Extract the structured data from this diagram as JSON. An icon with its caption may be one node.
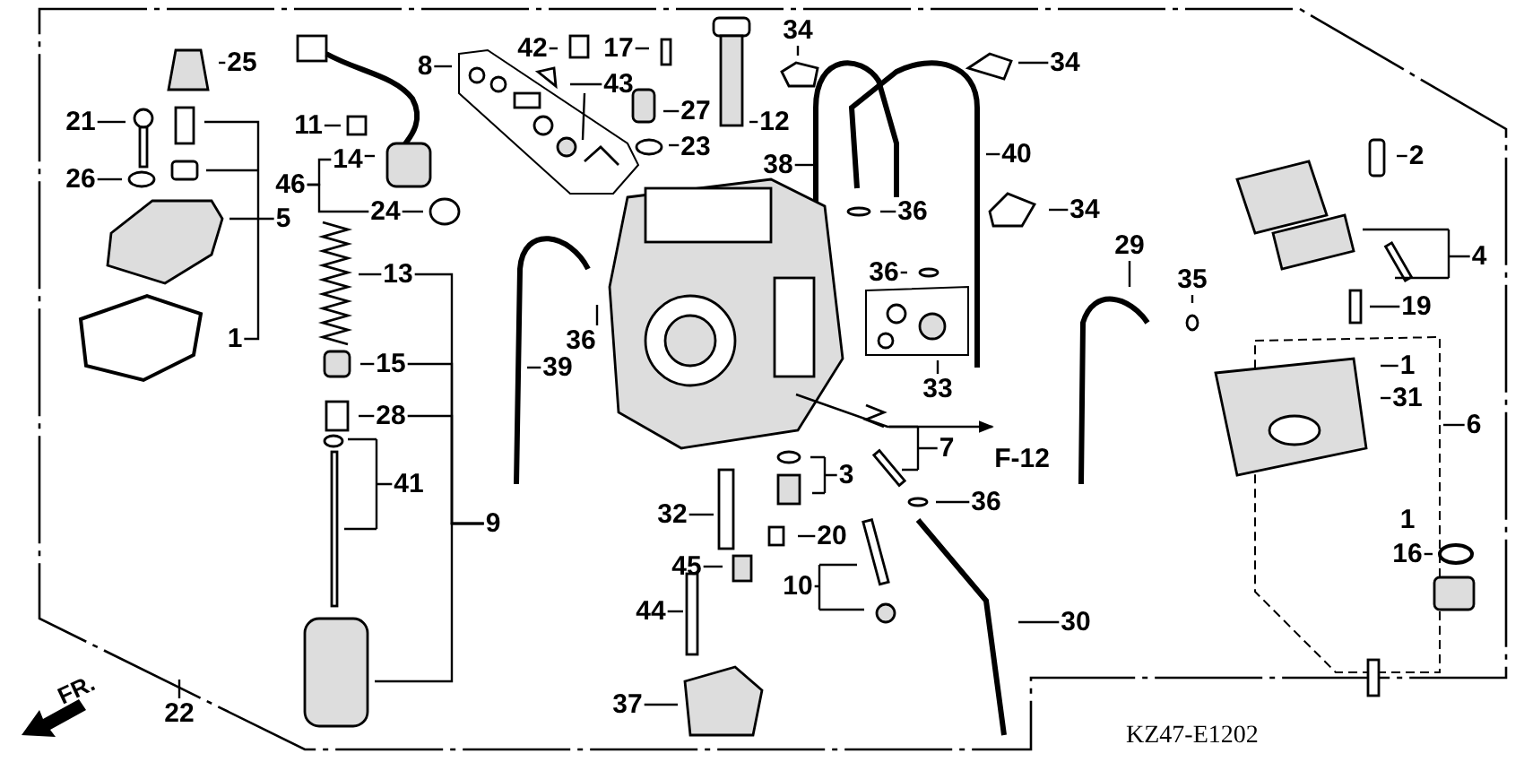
{
  "diagram": {
    "nodes": [
      {
        "text": [
          "25"
        ]
      },
      {
        "text": [
          "21"
        ]
      },
      {
        "text": [
          "26"
        ]
      },
      {
        "text": [
          "5"
        ]
      },
      {
        "text": [
          "1"
        ]
      },
      {
        "text": [
          "8"
        ]
      },
      {
        "text": [
          "11"
        ]
      },
      {
        "text": [
          "14"
        ]
      },
      {
        "text": [
          "46"
        ]
      },
      {
        "text": [
          "24"
        ]
      },
      {
        "text": [
          "42"
        ]
      },
      {
        "text": [
          "17"
        ]
      },
      {
        "text": [
          "43"
        ]
      },
      {
        "text": [
          "27"
        ]
      },
      {
        "text": [
          "23"
        ]
      },
      {
        "text": [
          "12"
        ]
      },
      {
        "text": [
          "34"
        ]
      },
      {
        "text": [
          "34"
        ]
      },
      {
        "text": [
          "38"
        ]
      },
      {
        "text": [
          "40"
        ]
      },
      {
        "text": [
          "36"
        ]
      },
      {
        "text": [
          "2"
        ]
      },
      {
        "text": [
          "36"
        ]
      },
      {
        "text": [
          "34"
        ]
      },
      {
        "text": [
          "29"
        ]
      },
      {
        "text": [
          "4"
        ]
      },
      {
        "text": [
          "35"
        ]
      },
      {
        "text": [
          "19"
        ]
      },
      {
        "text": [
          "13"
        ]
      },
      {
        "text": [
          "36"
        ]
      },
      {
        "text": [
          "39"
        ]
      },
      {
        "text": [
          "33"
        ]
      },
      {
        "text": [
          "1"
        ]
      },
      {
        "text": [
          "31"
        ]
      },
      {
        "text": [
          "6"
        ]
      },
      {
        "text": [
          "F-12"
        ]
      },
      {
        "text": [
          "7"
        ]
      },
      {
        "text": [
          "3"
        ]
      },
      {
        "text": [
          "36"
        ]
      },
      {
        "text": [
          "20"
        ]
      },
      {
        "text": [
          "1"
        ]
      },
      {
        "text": [
          "16"
        ]
      },
      {
        "text": [
          "10"
        ]
      },
      {
        "text": [
          "30"
        ]
      },
      {
        "text": [
          "32"
        ]
      },
      {
        "text": [
          "45"
        ]
      },
      {
        "text": [
          "44"
        ]
      },
      {
        "text": [
          "37"
        ]
      },
      {
        "text": [
          "15"
        ]
      },
      {
        "text": [
          "28"
        ]
      },
      {
        "text": [
          "41"
        ]
      },
      {
        "text": [
          "9"
        ]
      },
      {
        "text": [
          "22"
        ]
      }
    ],
    "edges": [
      {
        "from": 0,
        "to": null,
        "arrow": "none"
      },
      {
        "from": 1,
        "to": null,
        "arrow": "none"
      },
      {
        "from": 2,
        "to": null,
        "arrow": "none"
      },
      {
        "from": 3,
        "to": null,
        "arrow": "none"
      },
      {
        "from": 4,
        "to": null,
        "arrow": "none"
      },
      {
        "from": 5,
        "to": null,
        "arrow": "none"
      },
      {
        "from": 6,
        "to": null,
        "arrow": "none"
      },
      {
        "from": 7,
        "to": null,
        "arrow": "none"
      },
      {
        "from": 8,
        "to": 7,
        "arrow": "none"
      },
      {
        "from": 8,
        "to": 9,
        "arrow": "none"
      },
      {
        "from": 9,
        "to": null,
        "arrow": "none"
      },
      {
        "from": 10,
        "to": null,
        "arrow": "none"
      },
      {
        "from": 11,
        "to": null,
        "arrow": "none"
      },
      {
        "from": 12,
        "to": null,
        "arrow": "none"
      },
      {
        "from": 13,
        "to": null,
        "arrow": "none"
      },
      {
        "from": 14,
        "to": null,
        "arrow": "none"
      },
      {
        "from": 15,
        "to": null,
        "arrow": "none"
      },
      {
        "from": 16,
        "to": null,
        "arrow": "none"
      },
      {
        "from": 17,
        "to": null,
        "arrow": "none"
      },
      {
        "from": 18,
        "to": null,
        "arrow": "none"
      },
      {
        "from": 19,
        "to": null,
        "arrow": "none"
      },
      {
        "from": 20,
        "to": null,
        "arrow": "none"
      },
      {
        "from": 21,
        "to": null,
        "arrow": "none"
      },
      {
        "from": 22,
        "to": null,
        "arrow": "none"
      },
      {
        "from": 23,
        "to": null,
        "arrow": "none"
      },
      {
        "from": 24,
        "to": null,
        "arrow": "none"
      },
      {
        "from": 25,
        "to": null,
        "arrow": "none"
      },
      {
        "from": 26,
        "to": null,
        "arrow": "none"
      },
      {
        "from": 27,
        "to": null,
        "arrow": "none"
      },
      {
        "from": 28,
        "to": null,
        "arrow": "none"
      },
      {
        "from": 29,
        "to": null,
        "arrow": "none"
      },
      {
        "from": 30,
        "to": null,
        "arrow": "none"
      },
      {
        "from": 31,
        "to": null,
        "arrow": "none"
      },
      {
        "from": 32,
        "to": null,
        "arrow": "none"
      },
      {
        "from": 33,
        "to": null,
        "arrow": "none"
      },
      {
        "from": 34,
        "to": null,
        "arrow": "none"
      },
      {
        "from": null,
        "to": 35,
        "arrow": "to"
      },
      {
        "from": 36,
        "to": null,
        "arrow": "none"
      },
      {
        "from": 37,
        "to": null,
        "arrow": "none"
      },
      {
        "from": 38,
        "to": null,
        "arrow": "none"
      },
      {
        "from": 39,
        "to": null,
        "arrow": "none"
      },
      {
        "from": 41,
        "to": null,
        "arrow": "none"
      },
      {
        "from": 42,
        "to": null,
        "arrow": "none"
      },
      {
        "from": 43,
        "to": null,
        "arrow": "none"
      },
      {
        "from": 44,
        "to": null,
        "arrow": "none"
      },
      {
        "from": 45,
        "to": null,
        "arrow": "none"
      },
      {
        "from": 46,
        "to": null,
        "arrow": "none"
      },
      {
        "from": 47,
        "to": null,
        "arrow": "none"
      },
      {
        "from": 48,
        "to": null,
        "arrow": "none"
      },
      {
        "from": 49,
        "to": null,
        "arrow": "none"
      },
      {
        "from": 50,
        "to": null,
        "arrow": "none"
      },
      {
        "from": 51,
        "to": 28,
        "arrow": "none"
      },
      {
        "from": 51,
        "to": 48,
        "arrow": "none"
      },
      {
        "from": 51,
        "to": 49,
        "arrow": "none"
      },
      {
        "from": 51,
        "to": null,
        "arrow": "none"
      },
      {
        "from": 52,
        "to": null,
        "arrow": "none"
      }
    ],
    "labels": [
      "FR.",
      "KZ47-E1202"
    ]
  }
}
